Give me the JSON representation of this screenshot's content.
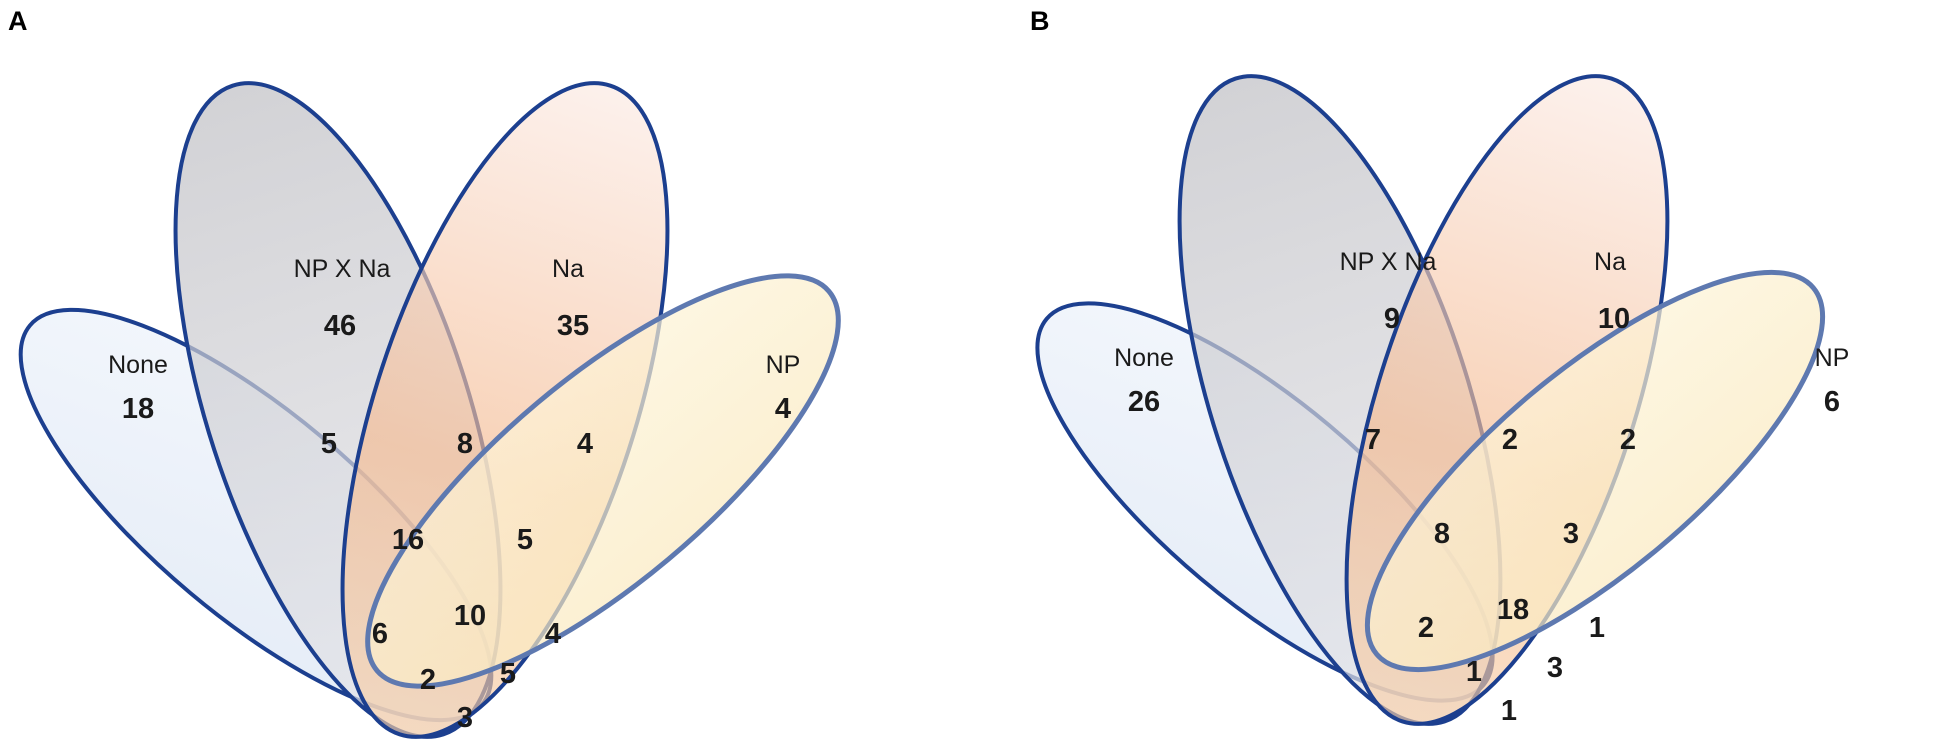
{
  "panels": [
    {
      "letter": "A",
      "sets": [
        "None",
        "NP X Na",
        "Na",
        "NP"
      ],
      "regions": {
        "none_only": "18",
        "npxna_only": "46",
        "na_only": "35",
        "np_only": "4",
        "none_npxna": "5",
        "npxna_na": "8",
        "na_np": "4",
        "none_npxna_na": "16",
        "npxna_na_np": "5",
        "all_four": "10",
        "none_na": "6",
        "npxna_np": "4",
        "none_na_np": "2",
        "none_npxna_np": "5",
        "none_np": "3"
      }
    },
    {
      "letter": "B",
      "sets": [
        "None",
        "NP X Na",
        "Na",
        "NP"
      ],
      "regions": {
        "none_only": "26",
        "npxna_only": "9",
        "na_only": "10",
        "np_only": "6",
        "none_npxna": "7",
        "npxna_na": "2",
        "na_np": "2",
        "none_npxna_na": "8",
        "npxna_na_np": "3",
        "all_four": "18",
        "none_na": "2",
        "npxna_np": "1",
        "none_na_np": "1",
        "none_npxna_np": "3",
        "none_np": "1"
      }
    }
  ],
  "colors": {
    "none_fill": "#e6edf7",
    "npxna_fill": "#c9c9cf",
    "na_fill": "#f6c6a8",
    "np_fill": "#fbecc0",
    "none_stroke": "#1c3f8f",
    "npxna_stroke": "#1c3f8f",
    "na_stroke": "#1c3f8f",
    "np_stroke": "#5e79b0"
  }
}
